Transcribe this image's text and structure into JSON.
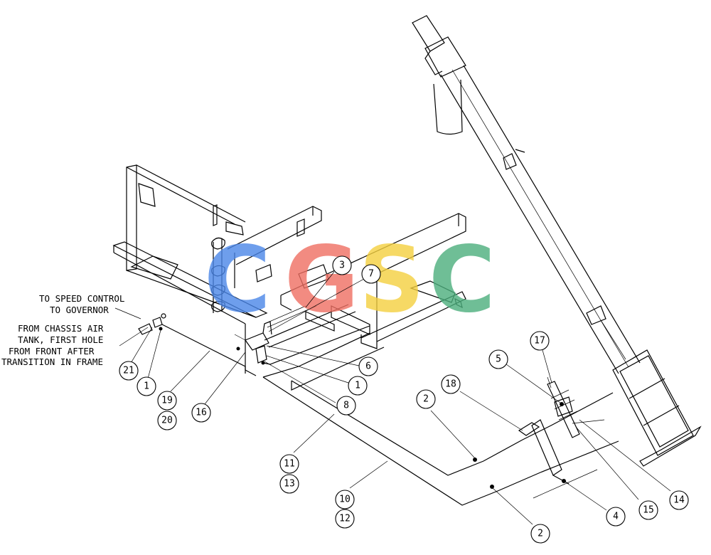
{
  "notes": {
    "speed_control": "TO SPEED CONTROL",
    "governor": "TO GOVERNOR",
    "chassis_line1": "FROM CHASSIS AIR",
    "chassis_line2": "TANK, FIRST HOLE",
    "chassis_line3": "FROM FRONT AFTER",
    "chassis_line4": "TRANSITION IN FRAME"
  },
  "watermark": {
    "letters": [
      "C",
      "G",
      "S",
      "C"
    ],
    "colors": [
      "#4a86e8",
      "#ef6f62",
      "#f4d03f",
      "#4caf7d"
    ]
  },
  "balloons": [
    {
      "id": "b21",
      "label": "21"
    },
    {
      "id": "b1a",
      "label": "1"
    },
    {
      "id": "b19",
      "label": "19"
    },
    {
      "id": "b20",
      "label": "20"
    },
    {
      "id": "b16",
      "label": "16"
    },
    {
      "id": "b3",
      "label": "3"
    },
    {
      "id": "b7",
      "label": "7"
    },
    {
      "id": "b6",
      "label": "6"
    },
    {
      "id": "b1b",
      "label": "1"
    },
    {
      "id": "b8",
      "label": "8"
    },
    {
      "id": "b11",
      "label": "11"
    },
    {
      "id": "b13",
      "label": "13"
    },
    {
      "id": "b10",
      "label": "10"
    },
    {
      "id": "b12",
      "label": "12"
    },
    {
      "id": "b2a",
      "label": "2"
    },
    {
      "id": "b18",
      "label": "18"
    },
    {
      "id": "b5",
      "label": "5"
    },
    {
      "id": "b17",
      "label": "17"
    },
    {
      "id": "b2b",
      "label": "2"
    },
    {
      "id": "b4",
      "label": "4"
    },
    {
      "id": "b15",
      "label": "15"
    },
    {
      "id": "b14",
      "label": "14"
    }
  ]
}
